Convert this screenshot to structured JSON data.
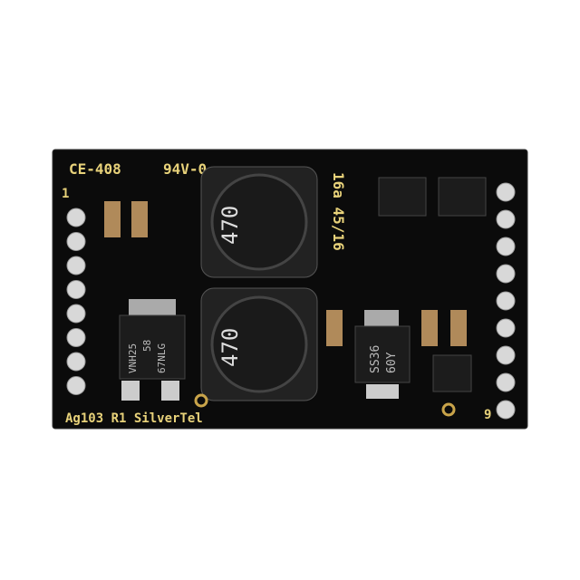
{
  "board": {
    "label_top_left": "CE-408",
    "label_rating": "94V-0",
    "label_pin1": "1",
    "label_bottom": "Ag103 R1 SilverTel",
    "label_pin9": "9",
    "label_rotated": "16a 45/16",
    "inductor_marking": "470",
    "regulator_marking": [
      "VNH25",
      "58",
      "67NLG"
    ],
    "diode_marking": [
      "SS36",
      "60Y"
    ]
  },
  "colors": {
    "pcb": "#0b0b0b",
    "silkscreen": "#e8d27a",
    "pad": "#c9a44a"
  }
}
